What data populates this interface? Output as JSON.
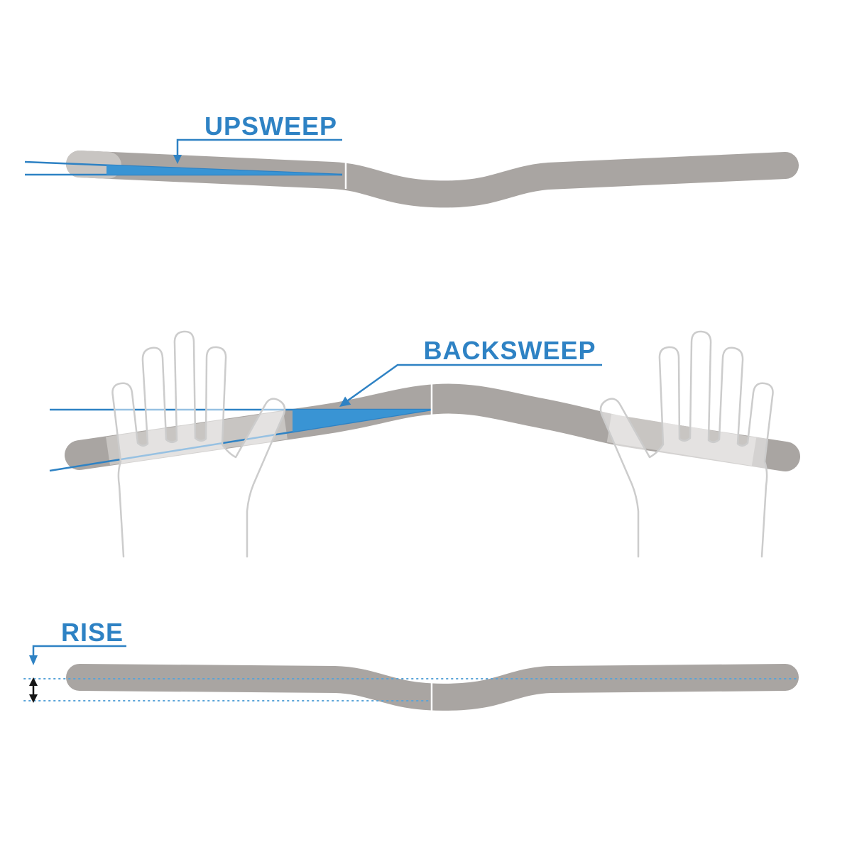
{
  "figure": {
    "type": "technical-diagram",
    "subject": "Bicycle handlebar geometry: upsweep, backsweep and rise"
  },
  "sections": [
    {
      "id": "upsweep",
      "label": "UPSWEEP"
    },
    {
      "id": "backsweep",
      "label": "BACKSWEEP"
    },
    {
      "id": "rise",
      "label": "RISE"
    }
  ],
  "colors": {
    "accent_blue": "#2E82C4",
    "wedge_blue": "#3994D4",
    "bar_gray": "#A9A5A2",
    "bar_gray_light": "#C8C5C2",
    "hand_outline_gray": "#CCCCCC",
    "measurement_black": "#151515",
    "dotted_blue": "#58A3D8",
    "background": "#FFFFFF"
  }
}
